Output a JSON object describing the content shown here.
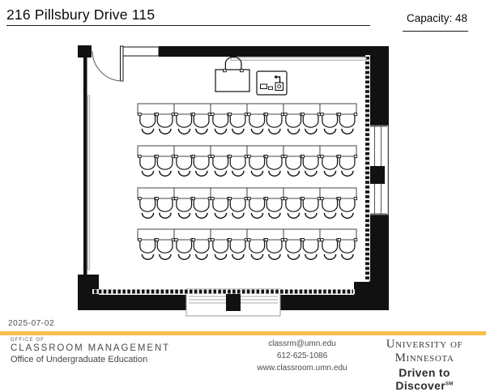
{
  "header": {
    "title": "216 Pillsbury Drive 115",
    "capacity_label": "Capacity: 48"
  },
  "floorplan": {
    "room_name": "216 Pillsbury Drive 115",
    "capacity": 48,
    "layout": {
      "rows": 4,
      "tables_per_row": 6,
      "seats_per_table": 2,
      "total_seats": 48
    },
    "equipment": [
      "instructor-table",
      "instructor-chair",
      "lectern-with-monitor-and-document-camera"
    ],
    "features": [
      "entry-door-top-left",
      "whiteboard-top-wall",
      "window-right-wall",
      "window-bottom-wall"
    ]
  },
  "footer": {
    "date": "2025-07-02",
    "org": {
      "office_of": "OFFICE OF",
      "name": "CLASSROOM MANAGEMENT",
      "suborg": "Office of Undergraduate Education"
    },
    "contact": {
      "email": "classrm@umn.edu",
      "phone": "612-625-1086",
      "website": "www.classroom.umn.edu"
    },
    "brand": {
      "university": "University of Minnesota",
      "tagline": "Driven to Discover",
      "tagline_mark": "SM"
    },
    "colors": {
      "gold": "#F9BE4B",
      "wall": "#111111",
      "text": "#4b4b4d"
    }
  }
}
